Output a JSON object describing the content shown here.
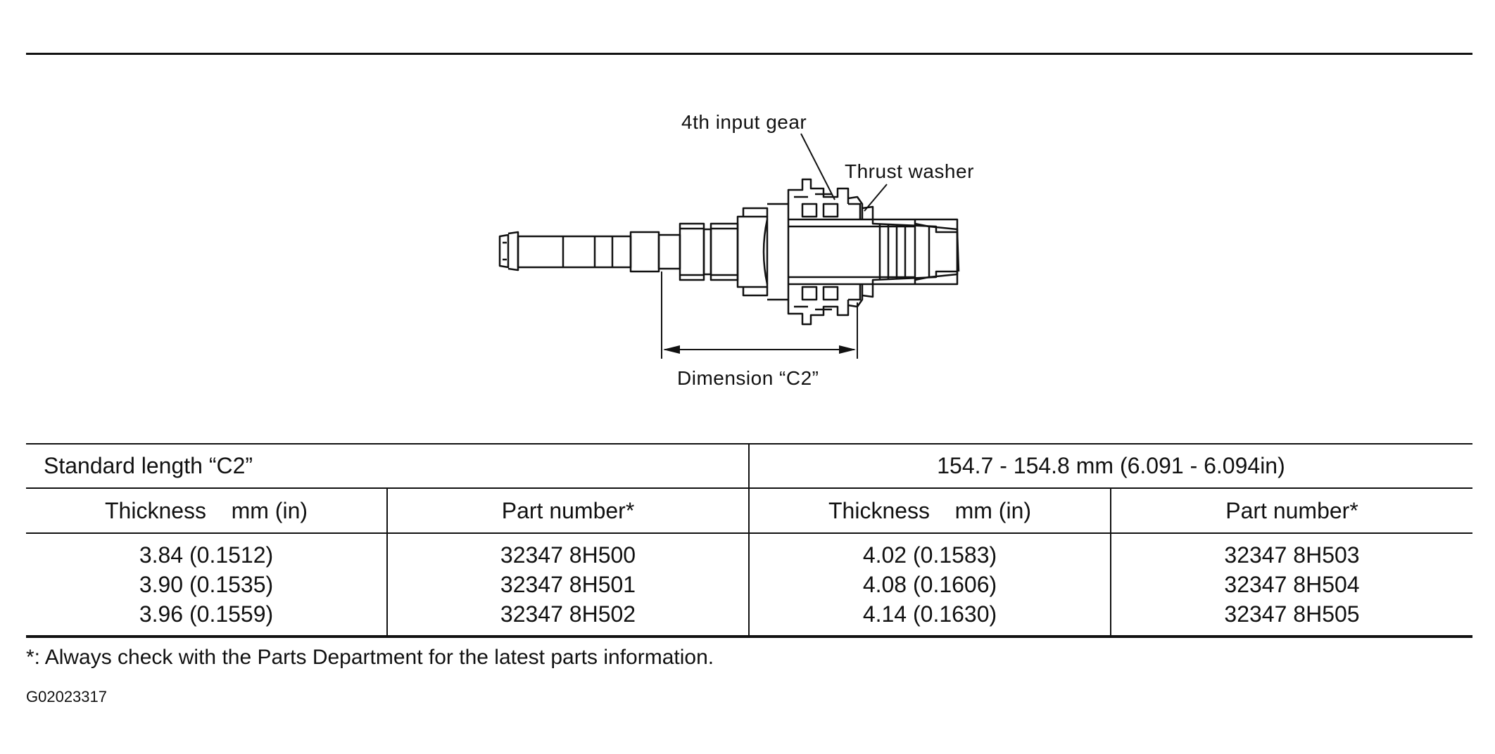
{
  "diagram": {
    "labels": {
      "gear": "4th input gear",
      "washer": "Thrust washer",
      "dimension": "Dimension “C2”"
    }
  },
  "spec_table": {
    "standard_label": "Standard length “C2”",
    "standard_value": "154.7 - 154.8 mm (6.091 - 6.094in)",
    "headers": [
      "Thickness    mm (in)",
      "Part number*",
      "Thickness    mm (in)",
      "Part number*"
    ],
    "columns": [
      [
        "3.84 (0.1512)",
        "3.90 (0.1535)",
        "3.96 (0.1559)"
      ],
      [
        "32347 8H500",
        "32347 8H501",
        "32347 8H502"
      ],
      [
        "4.02 (0.1583)",
        "4.08 (0.1606)",
        "4.14 (0.1630)"
      ],
      [
        "32347 8H503",
        "32347 8H504",
        "32347 8H505"
      ]
    ]
  },
  "footnote": "*: Always check with the Parts Department for the latest parts information.",
  "figure_code": "G02023317"
}
